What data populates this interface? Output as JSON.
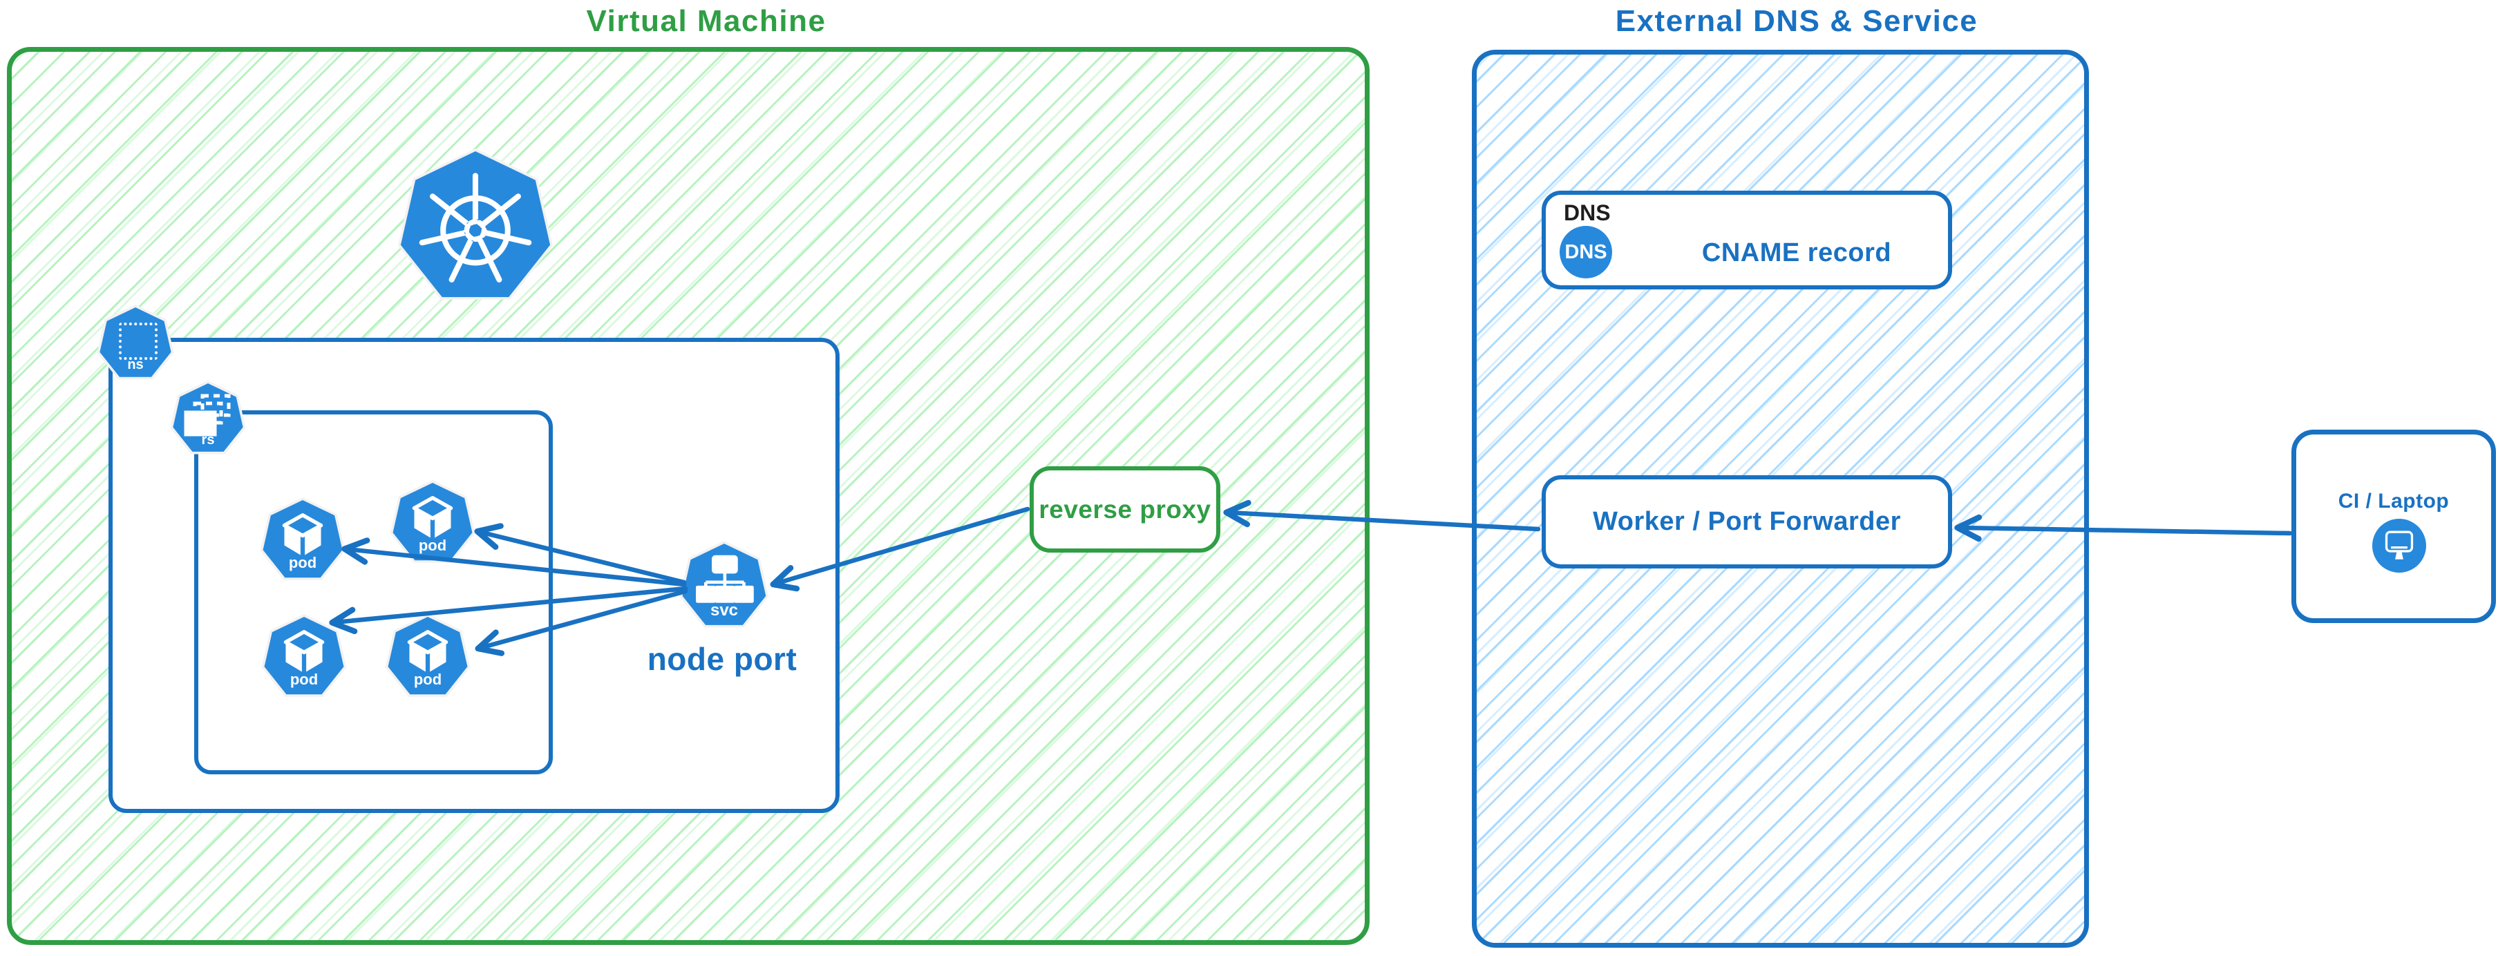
{
  "diagram": {
    "colors": {
      "green": "#2f9e44",
      "green_hatch": "#b2f2bb",
      "blue": "#1971c2",
      "blue_hatch": "#a5d8ff",
      "icon_blue": "#2789dc",
      "label_black": "#1e1e1e"
    },
    "vm_group": {
      "title": "Virtual Machine"
    },
    "k8s_cluster": {
      "namespace_badge": "ns",
      "replicaset_badge": "rs",
      "pod_labels": [
        "pod",
        "pod",
        "pod",
        "pod"
      ],
      "service_badge": "svc",
      "service_label": "node port"
    },
    "reverse_proxy": {
      "label": "reverse proxy"
    },
    "external_group": {
      "title": "External DNS & Service",
      "dns_card": {
        "corner_tag": "DNS",
        "icon_label": "DNS",
        "label": "CNAME record"
      },
      "worker_card": {
        "label": "Worker / Port Forwarder"
      }
    },
    "client_card": {
      "label": "CI / Laptop"
    }
  }
}
